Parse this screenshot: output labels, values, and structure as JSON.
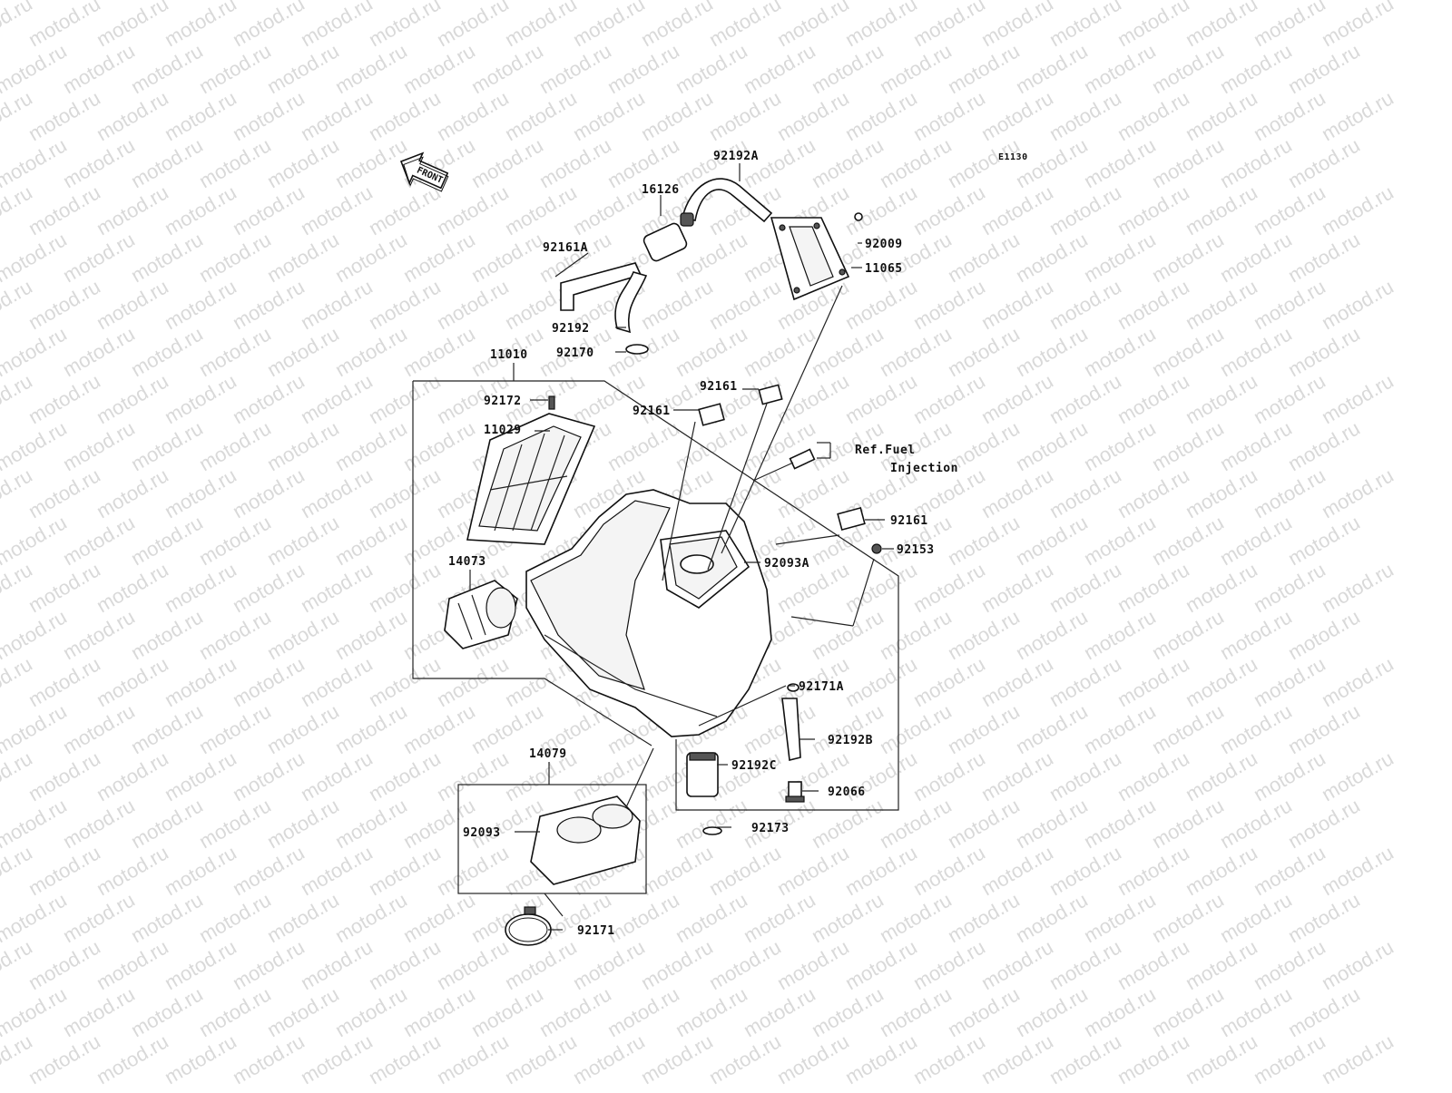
{
  "watermark": "motod.ru",
  "diagram_code": "E1130",
  "front_label": "FRONT",
  "ref_note": {
    "line1": "Ref.Fuel",
    "line2": "Injection"
  },
  "labels": {
    "p92192A": "92192A",
    "p16126": "16126",
    "p92161A": "92161A",
    "p92009": "92009",
    "p11065": "11065",
    "p92192": "92192",
    "p92170": "92170",
    "p11010": "11010",
    "p92161a": "92161",
    "p92161b": "92161",
    "p92161c": "92161",
    "p92172": "92172",
    "p11029": "11029",
    "p92153": "92153",
    "p92093A": "92093A",
    "p14073": "14073",
    "p92171A": "92171A",
    "p92192B": "92192B",
    "p92192C": "92192C",
    "p92066": "92066",
    "p14079": "14079",
    "p92093": "92093",
    "p92173": "92173",
    "p92171": "92171"
  },
  "colors": {
    "line": "#222222",
    "watermark": "#d9d9d9",
    "background": "#ffffff"
  }
}
